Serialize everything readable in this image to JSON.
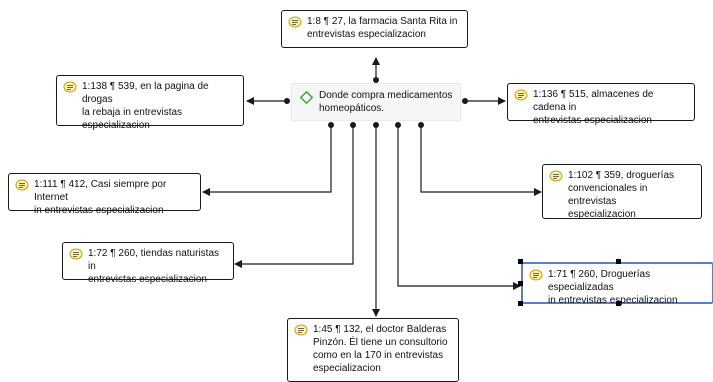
{
  "colors": {
    "line": "#1a1a1a",
    "selection": "#5b7fc7",
    "center_bg": "#f6f6f6",
    "code_icon": "#3aa832",
    "quote_icon": "#c8a200"
  },
  "center_code": {
    "icon": "diamond-code-icon",
    "label_line1": "Donde compra medicamentos",
    "label_line2": "homeopáticos."
  },
  "quotations": [
    {
      "id": "q1",
      "icon": "quotation-icon",
      "line1": "1:8 ¶ 27, la farmacia Santa Rita in",
      "line2": "entrevistas especializacion"
    },
    {
      "id": "q2",
      "icon": "quotation-icon",
      "line1": "1:138 ¶ 539, en la pagina de drogas",
      "line2": "la rebaja in entrevistas",
      "line3": "especializacion"
    },
    {
      "id": "q3",
      "icon": "quotation-icon",
      "line1": "1:136 ¶ 515, almacenes de cadena in",
      "line2": "entrevistas especializacion"
    },
    {
      "id": "q4",
      "icon": "quotation-icon",
      "line1": "1:111 ¶ 412, Casi siempre por Internet",
      "line2": "in entrevistas especializacion"
    },
    {
      "id": "q5",
      "icon": "quotation-icon",
      "line1": "1:102 ¶ 359, droguerías",
      "line2": "convencionales in entrevistas",
      "line3": "especializacion"
    },
    {
      "id": "q6",
      "icon": "quotation-icon",
      "line1": "1:72 ¶ 260, tiendas naturistas in",
      "line2": "entrevistas especializacion"
    },
    {
      "id": "q7",
      "icon": "quotation-icon",
      "line1": "1:71 ¶ 260, Droguerías especializadas",
      "line2": "in entrevistas especializacion",
      "selected": true
    },
    {
      "id": "q8",
      "icon": "quotation-icon",
      "line1": "1:45 ¶ 132, el doctor Balderas",
      "line2": "Pinzón. Él tiene un consultorio",
      "line3": "como en la 170 in entrevistas",
      "line4": "especializacion"
    }
  ]
}
